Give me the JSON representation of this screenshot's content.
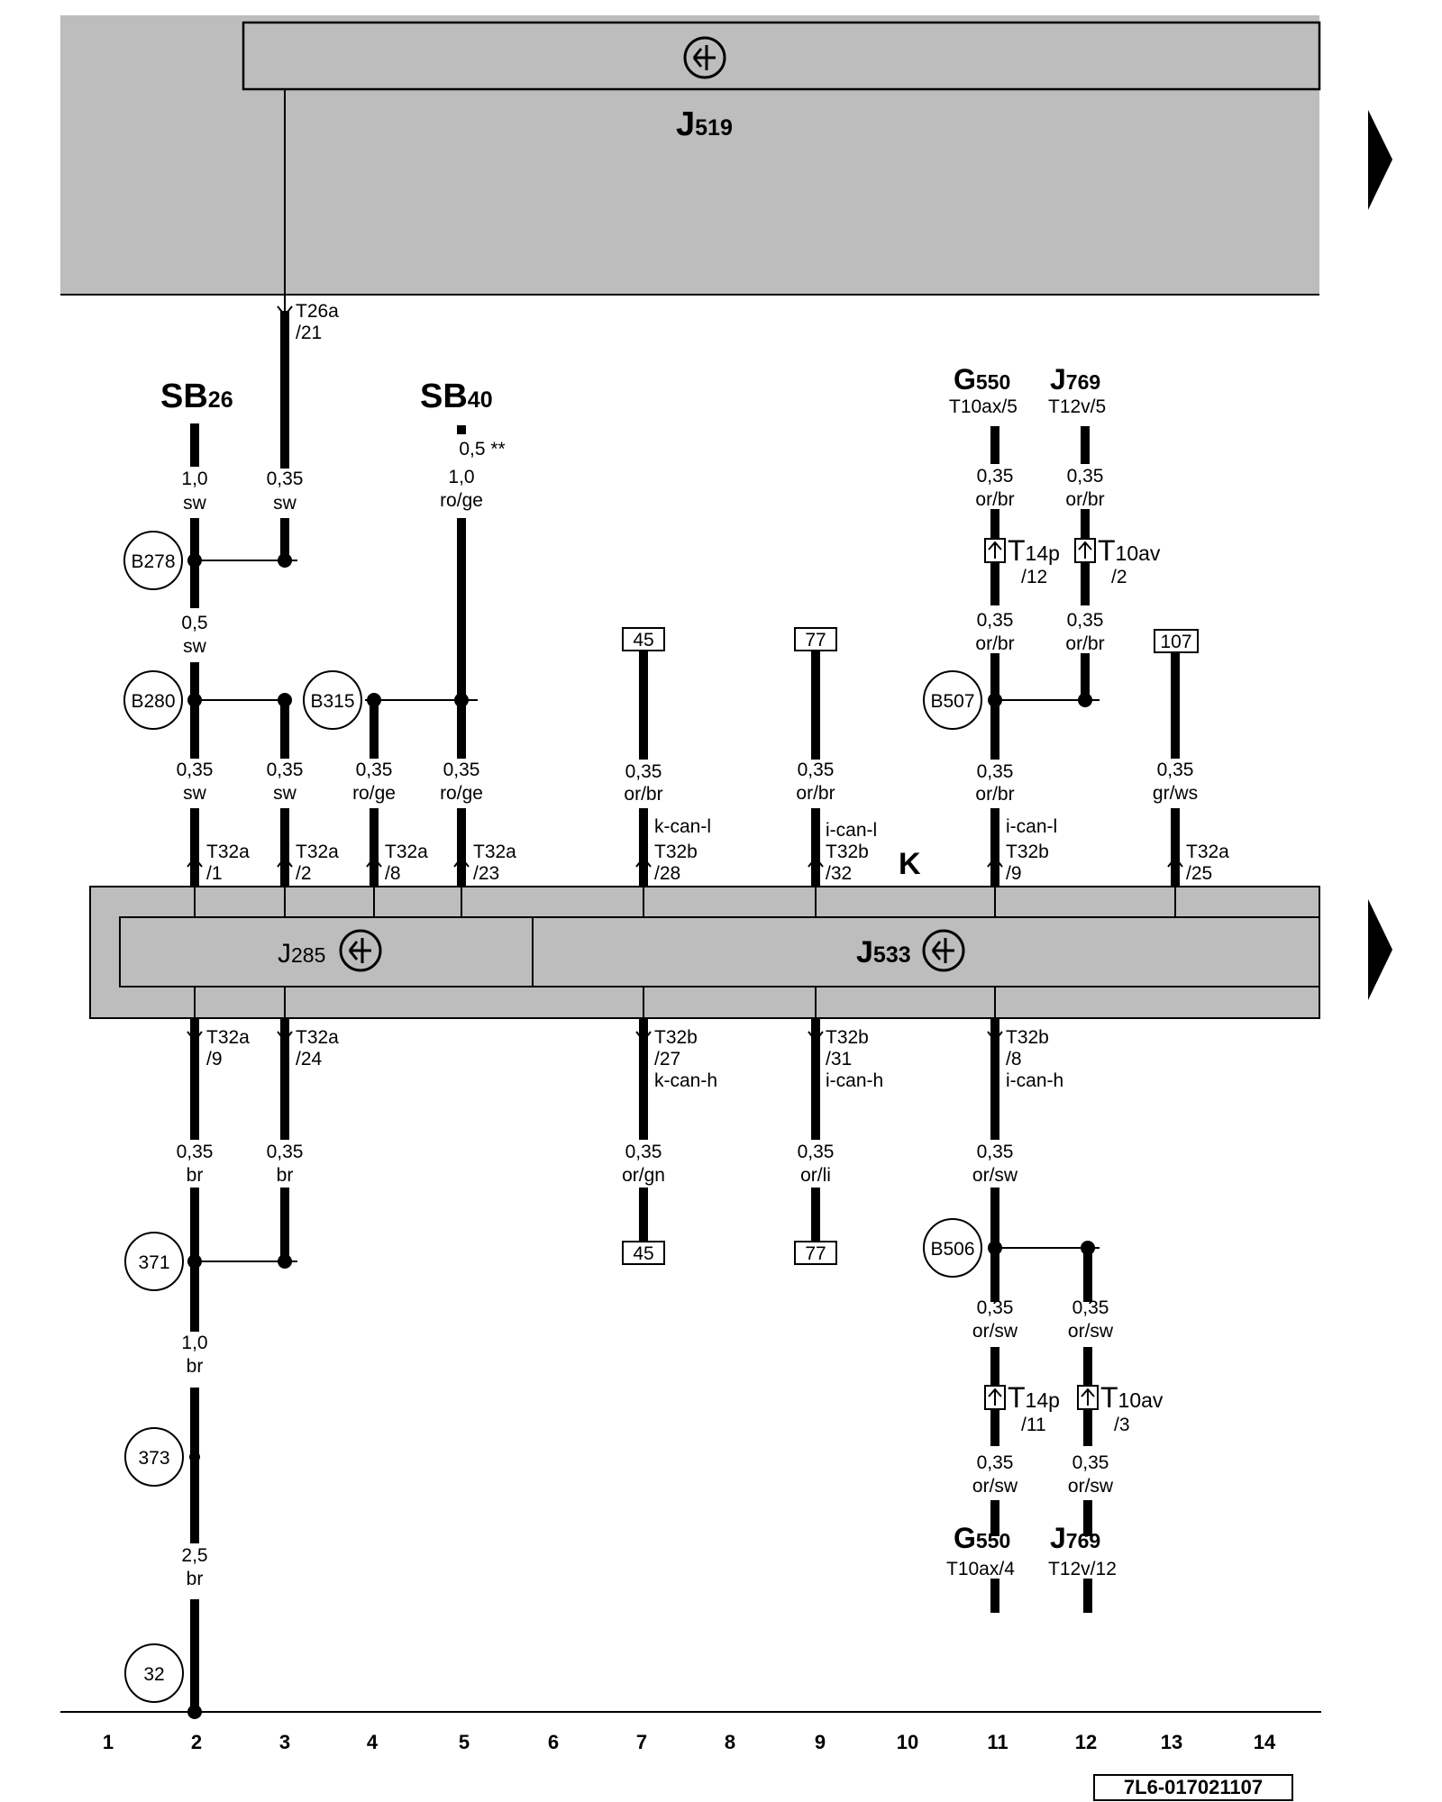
{
  "components": {
    "j519": {
      "letter": "J",
      "sub": "519"
    },
    "j285": {
      "letter": "J",
      "sub": "285"
    },
    "j533": {
      "letter": "J",
      "sub": "533"
    },
    "k": "K",
    "sb26": {
      "letter": "SB",
      "sub": "26"
    },
    "sb40": {
      "letter": "SB",
      "sub": "40"
    },
    "g550_top": {
      "letter": "G",
      "sub": "550",
      "pin": "T10ax/5"
    },
    "j769_top": {
      "letter": "J",
      "sub": "769",
      "pin": "T12v/5"
    },
    "g550_bottom": {
      "letter": "G",
      "sub": "550",
      "pin": "T10ax/4"
    },
    "j769_bottom": {
      "letter": "J",
      "sub": "769",
      "pin": "T12v/12"
    }
  },
  "connectors": {
    "t26a_21": {
      "name": "T26a",
      "pin": "/21"
    },
    "t32a_1": {
      "name": "T32a",
      "pin": "/1"
    },
    "t32a_2": {
      "name": "T32a",
      "pin": "/2"
    },
    "t32a_8": {
      "name": "T32a",
      "pin": "/8"
    },
    "t32a_23": {
      "name": "T32a",
      "pin": "/23"
    },
    "t32b_28": {
      "name": "T32b",
      "pin": "/28",
      "signal": "k-can-l"
    },
    "t32b_32": {
      "name": "T32b",
      "pin": "/32",
      "signal": "i-can-l"
    },
    "t32b_9": {
      "name": "T32b",
      "pin": "/9",
      "signal": "i-can-l"
    },
    "t32a_25": {
      "name": "T32a",
      "pin": "/25"
    },
    "t32a_9": {
      "name": "T32a",
      "pin": "/9"
    },
    "t32a_24": {
      "name": "T32a",
      "pin": "/24"
    },
    "t32b_27": {
      "name": "T32b",
      "pin": "/27",
      "signal": "k-can-h"
    },
    "t32b_31": {
      "name": "T32b",
      "pin": "/31",
      "signal": "i-can-h"
    },
    "t32b_8": {
      "name": "T32b",
      "pin": "/8",
      "signal": "i-can-h"
    },
    "t14p_12": {
      "letter": "T",
      "sub": "14p",
      "pin": "/12"
    },
    "t10av_2": {
      "letter": "T",
      "sub": "10av",
      "pin": "/2"
    },
    "t14p_11": {
      "letter": "T",
      "sub": "14p",
      "pin": "/11"
    },
    "t10av_3": {
      "letter": "T",
      "sub": "10av",
      "pin": "/3"
    }
  },
  "splices": {
    "b278": "B278",
    "b280": "B280",
    "b315": "B315",
    "b507": "B507",
    "b506": "B506",
    "g371": "371",
    "g373": "373",
    "g32": "32"
  },
  "refs": {
    "r45_top": "45",
    "r77_top": "77",
    "r107": "107",
    "r45_bottom": "45",
    "r77_bottom": "77"
  },
  "wires": {
    "w1": {
      "size": "1,0",
      "color": "sw"
    },
    "w2": {
      "size": "0,35",
      "color": "sw"
    },
    "w3": {
      "size": "1,0",
      "color": "ro/ge"
    },
    "w3_alt": "0,5 **",
    "w4": {
      "size": "0,5",
      "color": "sw"
    },
    "w5": {
      "size": "0,35",
      "color": "sw"
    },
    "w6": {
      "size": "0,35",
      "color": "sw"
    },
    "w7": {
      "size": "0,35",
      "color": "ro/ge"
    },
    "w8": {
      "size": "0,35",
      "color": "ro/ge"
    },
    "w9": {
      "size": "0,35",
      "color": "or/br"
    },
    "w10": {
      "size": "0,35",
      "color": "or/br"
    },
    "w11": {
      "size": "0,35",
      "color": "or/br"
    },
    "w12": {
      "size": "0,35",
      "color": "or/br"
    },
    "w13": {
      "size": "0,35",
      "color": "or/br"
    },
    "w14": {
      "size": "0,35",
      "color": "or/br"
    },
    "w15": {
      "size": "0,35",
      "color": "or/br"
    },
    "w16": {
      "size": "0,35",
      "color": "gr/ws"
    },
    "w17": {
      "size": "0,35",
      "color": "br"
    },
    "w18": {
      "size": "0,35",
      "color": "br"
    },
    "w19": {
      "size": "0,35",
      "color": "or/gn"
    },
    "w20": {
      "size": "0,35",
      "color": "or/li"
    },
    "w21": {
      "size": "0,35",
      "color": "or/sw"
    },
    "w22": {
      "size": "0,35",
      "color": "or/sw"
    },
    "w23": {
      "size": "0,35",
      "color": "or/sw"
    },
    "w24": {
      "size": "0,35",
      "color": "or/sw"
    },
    "w25": {
      "size": "0,35",
      "color": "or/sw"
    },
    "w26": {
      "size": "1,0",
      "color": "br"
    },
    "w27": {
      "size": "2,5",
      "color": "br"
    }
  },
  "ruler": [
    "1",
    "2",
    "3",
    "4",
    "5",
    "6",
    "7",
    "8",
    "9",
    "10",
    "11",
    "12",
    "13",
    "14"
  ],
  "drawing_id": "7L6-017021107",
  "colors": {
    "module_fill": "#bdbdbd",
    "line": "#000000",
    "background": "#ffffff"
  }
}
